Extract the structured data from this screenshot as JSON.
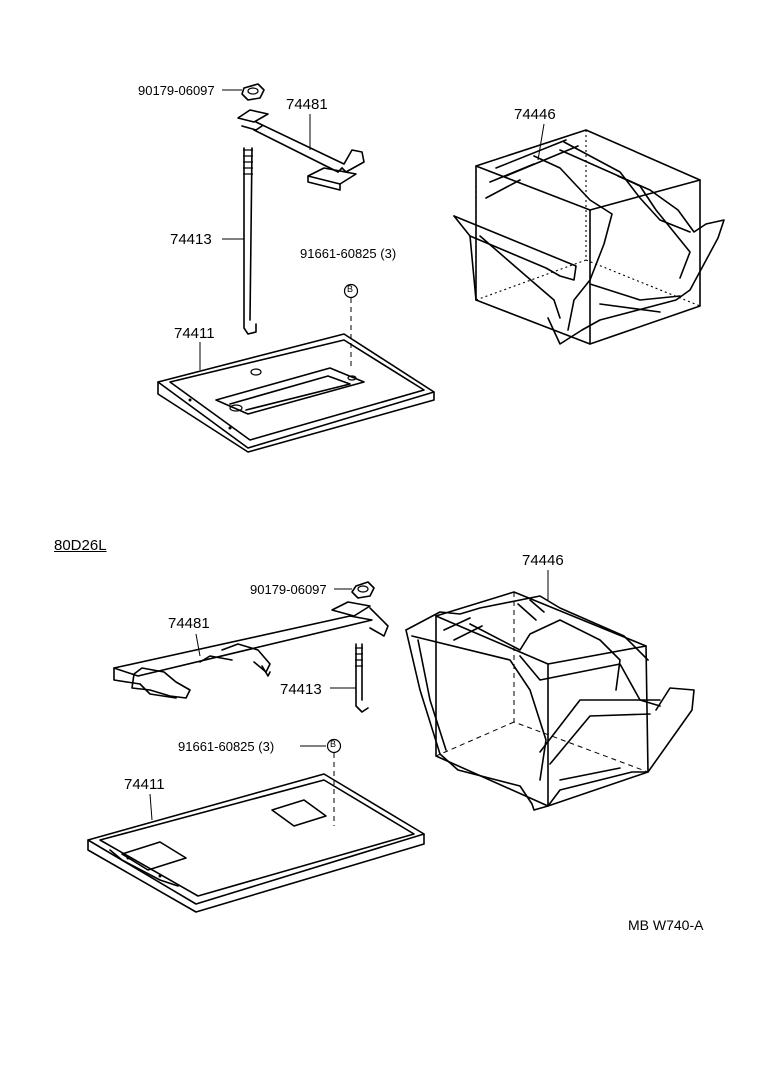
{
  "diagram": {
    "upper": {
      "nut_part": "90179-06097",
      "clamp_part": "74481",
      "carrier_part": "74446",
      "rod_part": "74413",
      "bolt_part": "91661-60825",
      "bolt_qty": "(3)",
      "tray_part": "74411",
      "bolt_marker": "B"
    },
    "lower": {
      "section_label": "80D26L",
      "carrier_part": "74446",
      "nut_part": "90179-06097",
      "clamp_part": "74481",
      "rod_part": "74413",
      "bolt_part": "91661-60825",
      "bolt_qty": "(3)",
      "tray_part": "74411",
      "bolt_marker": "B"
    },
    "figure_ref": "MB W740-A"
  }
}
